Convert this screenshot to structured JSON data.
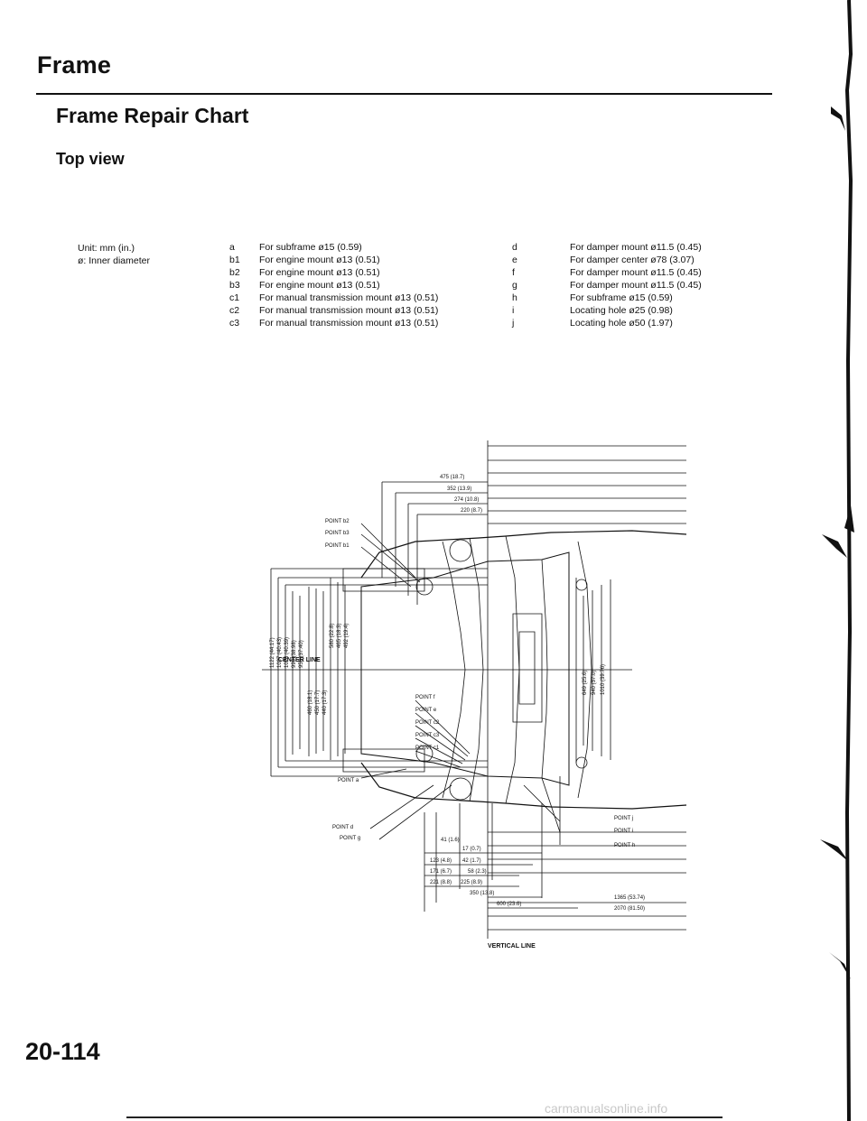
{
  "header": {
    "section_title": "Frame",
    "chart_title": "Frame Repair Chart",
    "view_title": "Top view"
  },
  "units": {
    "line1": "Unit: mm (in.)",
    "line2": "ø: Inner diameter"
  },
  "legend_left": [
    {
      "code": "a",
      "text": "For subframe ø15 (0.59)"
    },
    {
      "code": "b1",
      "text": "For engine mount ø13 (0.51)"
    },
    {
      "code": "b2",
      "text": "For engine mount ø13 (0.51)"
    },
    {
      "code": "b3",
      "text": "For engine mount ø13 (0.51)"
    },
    {
      "code": "c1",
      "text": "For manual transmission mount ø13 (0.51)"
    },
    {
      "code": "c2",
      "text": "For manual transmission mount ø13 (0.51)"
    },
    {
      "code": "c3",
      "text": "For manual transmission mount ø13 (0.51)"
    }
  ],
  "legend_right": [
    {
      "code": "d",
      "text": "For damper mount ø11.5 (0.45)"
    },
    {
      "code": "e",
      "text": "For damper center ø78 (3.07)"
    },
    {
      "code": "f",
      "text": "For damper mount ø11.5 (0.45)"
    },
    {
      "code": "g",
      "text": "For damper mount ø11.5 (0.45)"
    },
    {
      "code": "h",
      "text": "For subframe ø15 (0.59)"
    },
    {
      "code": "i",
      "text": "Locating hole ø25 (0.98)"
    },
    {
      "code": "j",
      "text": "Locating hole ø50 (1.97)"
    }
  ],
  "diagram": {
    "center_line": "CENTER LINE",
    "vertical_line": "VERTICAL LINE",
    "points": {
      "b2": "POINT b2",
      "b3": "POINT b3",
      "b1": "POINT b1",
      "f": "POINT f",
      "e": "POINT e",
      "c2": "POINT c2",
      "c3": "POINT c3",
      "c1": "POINT c1",
      "a": "POINT a",
      "d": "POINT d",
      "g": "POINT g",
      "j": "POINT j",
      "i": "POINT i",
      "h": "POINT h"
    },
    "top_dims": [
      "475 (18.7)",
      "352 (13.9)",
      "274 (10.8)",
      "220 (8.7)"
    ],
    "bottom_dims": [
      "41 (1.6)",
      "17 (0.7)",
      "123 (4.8)",
      "42 (1.7)",
      "171 (6.7)",
      "58 (2.3)",
      "221 (8.8)",
      "225 (8.9)",
      "350 (13.8)",
      "600 (23.6)",
      "1365 (53.74)",
      "2070 (81.50)"
    ],
    "left_dims_outer": [
      "1122 (44.17)",
      "1027 (40.43)",
      "1026 (40.39)",
      "990 (38.98)",
      "950 (37.40)"
    ],
    "left_dims_inner": [
      "460 (18.1)",
      "450 (17.7)",
      "440 (17.3)",
      "580 (22.8)",
      "465 (18.3)",
      "492 (19.4)"
    ],
    "right_dims": [
      "649 (25.6)",
      "940 (37.0)",
      "1010 (39.76)"
    ]
  },
  "page_number": "20-114",
  "watermark": "carmanualsonline.info"
}
